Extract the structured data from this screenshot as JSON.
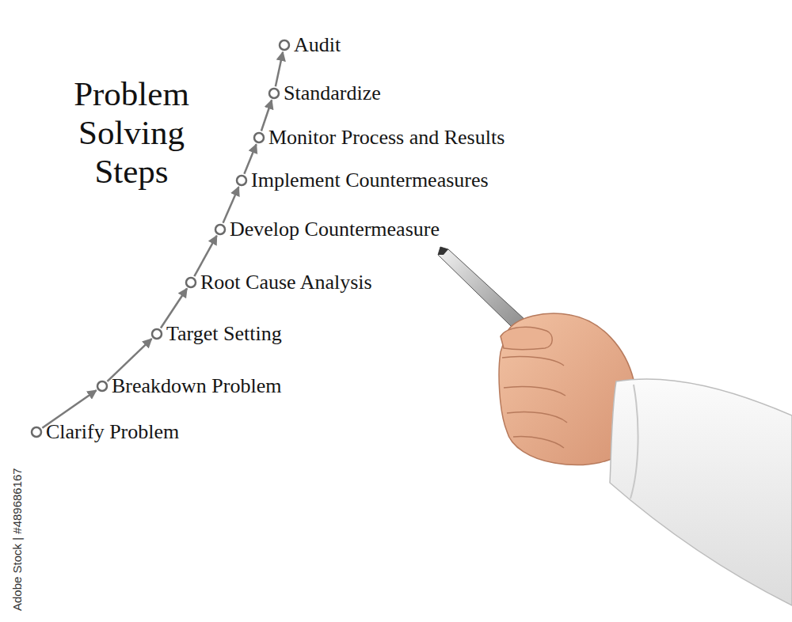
{
  "diagram": {
    "title": "Problem Solving Steps",
    "nodes": [
      {
        "text": [
          "Clarify Problem"
        ]
      },
      {
        "text": [
          "Breakdown Problem"
        ]
      },
      {
        "text": [
          "Target Setting"
        ]
      },
      {
        "text": [
          "Root Cause Analysis"
        ]
      },
      {
        "text": [
          "Develop Countermeasure"
        ]
      },
      {
        "text": [
          "Implement Countermeasures"
        ]
      },
      {
        "text": [
          "Monitor Process and Results"
        ]
      },
      {
        "text": [
          "Standardize"
        ]
      },
      {
        "text": [
          "Audit"
        ]
      }
    ],
    "edges": [
      {
        "from": 0,
        "to": 1,
        "arrow": "to"
      },
      {
        "from": 1,
        "to": 2,
        "arrow": "to"
      },
      {
        "from": 2,
        "to": 3,
        "arrow": "to"
      },
      {
        "from": 3,
        "to": 4,
        "arrow": "to"
      },
      {
        "from": 4,
        "to": 5,
        "arrow": "to"
      },
      {
        "from": 5,
        "to": 6,
        "arrow": "to"
      },
      {
        "from": 6,
        "to": 7,
        "arrow": "to"
      },
      {
        "from": 7,
        "to": 8,
        "arrow": "to"
      }
    ],
    "labels": [
      "Adobe Stock | #489686167"
    ]
  }
}
